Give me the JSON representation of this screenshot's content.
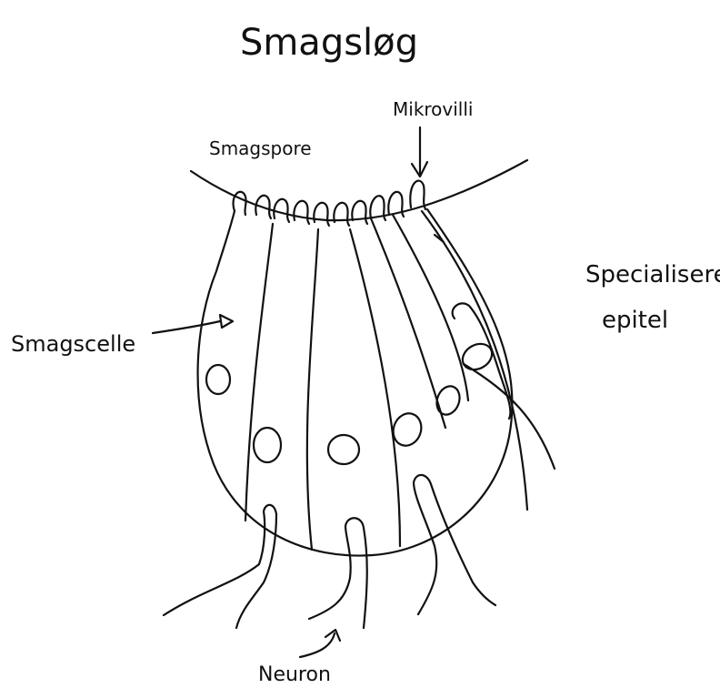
{
  "diagram": {
    "title": "Smagsløg",
    "labels": {
      "taste_pore": "Smagspore",
      "microvilli": "Mikrovilli",
      "specialized_epithelium_line1": "Specialiseret",
      "specialized_epithelium_line2": "epitel",
      "taste_cell": "Smagscelle",
      "neuron": "Neuron"
    },
    "colors": {
      "ink": "#111111",
      "background": "#ffffff"
    }
  }
}
